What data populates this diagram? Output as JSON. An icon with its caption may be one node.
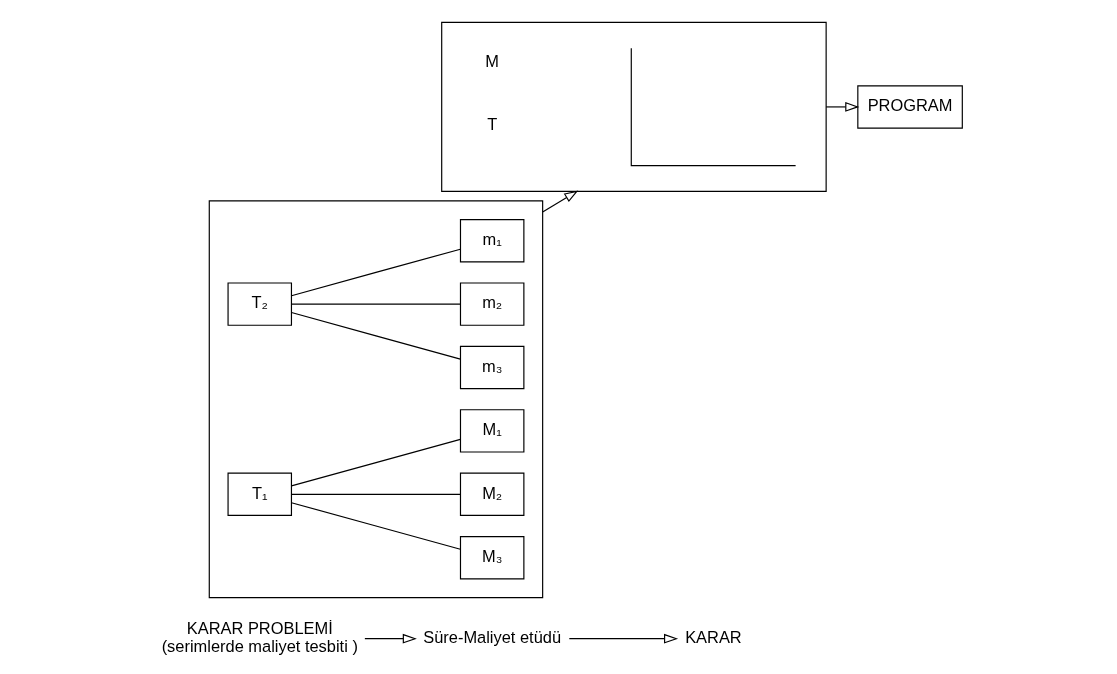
{
  "diagram": {
    "nodes": [
      {
        "text": [],
        "shape": "box"
      },
      {
        "text": [
          "T₁"
        ],
        "in": 0
      },
      {
        "text": [
          "M₁"
        ],
        "in": 0
      },
      {
        "text": [
          "M₂"
        ],
        "in": 0
      },
      {
        "text": [
          "M₃"
        ],
        "in": 0
      },
      {
        "text": [
          "T₂"
        ],
        "in": 0
      },
      {
        "text": [
          "m₁"
        ],
        "in": 0
      },
      {
        "text": [
          "m₂"
        ],
        "in": 0
      },
      {
        "text": [
          "m₃"
        ],
        "in": 0
      },
      {
        "text": [],
        "shape": "box"
      },
      {
        "text": [],
        "shape": "picture",
        "in": 9
      },
      {
        "text": [
          "PROGRAM"
        ]
      },
      {
        "text": [
          "KARAR PROBLEMİ",
          "(serimlerde maliyet tesbiti )"
        ]
      },
      {
        "text": [
          "Süre-Maliyet etüdü"
        ]
      },
      {
        "text": [
          "KARAR"
        ]
      }
    ],
    "edges": [
      {
        "from": 1,
        "to": 2,
        "arrow": "none"
      },
      {
        "from": 1,
        "to": 3,
        "arrow": "none"
      },
      {
        "from": 1,
        "to": 4,
        "arrow": "none"
      },
      {
        "from": 5,
        "to": 6,
        "arrow": "none"
      },
      {
        "from": 5,
        "to": 7,
        "arrow": "none"
      },
      {
        "from": 5,
        "to": 8,
        "arrow": "none"
      },
      {
        "from": 0,
        "to": 9,
        "arrow": "to"
      },
      {
        "from": 9,
        "to": 11,
        "arrow": "to"
      },
      {
        "from": 12,
        "to": 13,
        "arrow": "to"
      },
      {
        "from": 13,
        "to": 14,
        "arrow": "to"
      }
    ],
    "labels": [
      "T",
      "M"
    ]
  }
}
